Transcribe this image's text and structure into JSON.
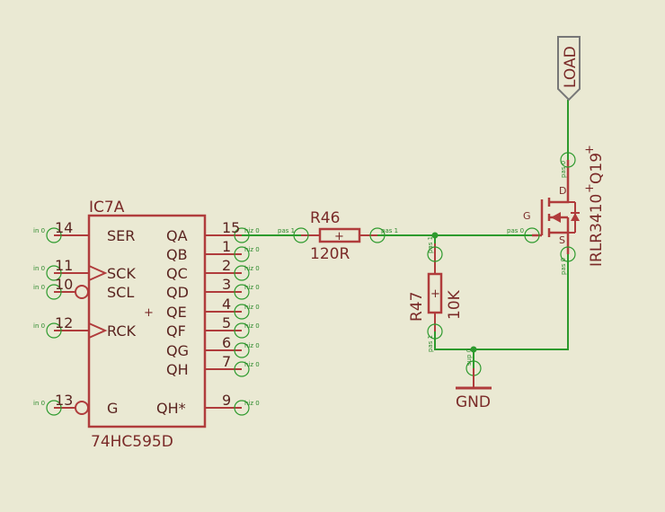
{
  "ic": {
    "name": "IC7A",
    "value": "74HC595D",
    "origin_mark": "+",
    "left_pins": [
      {
        "num": "14",
        "name": "SER",
        "dir": "in 0"
      },
      {
        "num": "11",
        "name": "SCK",
        "dir": "in 0"
      },
      {
        "num": "10",
        "name": "SCL",
        "dir": "in 0"
      },
      {
        "num": "12",
        "name": "RCK",
        "dir": "in 0"
      },
      {
        "num": "13",
        "name": "G",
        "dir": "in 0"
      }
    ],
    "right_pins": [
      {
        "num": "15",
        "name": "QA",
        "dir": "hiz 0"
      },
      {
        "num": "1",
        "name": "QB",
        "dir": "hiz 0"
      },
      {
        "num": "2",
        "name": "QC",
        "dir": "hiz 0"
      },
      {
        "num": "3",
        "name": "QD",
        "dir": "hiz 0"
      },
      {
        "num": "4",
        "name": "QE",
        "dir": "hiz 0"
      },
      {
        "num": "5",
        "name": "QF",
        "dir": "hiz 0"
      },
      {
        "num": "6",
        "name": "QG",
        "dir": "hiz 0"
      },
      {
        "num": "7",
        "name": "QH",
        "dir": "hiz 0"
      },
      {
        "num": "9",
        "name": "QH*",
        "dir": "hiz 0"
      }
    ]
  },
  "r46": {
    "name": "R46",
    "value": "120R",
    "pin_a": "pas 1",
    "pin_b": "pas 1",
    "mark": "+"
  },
  "r47": {
    "name": "R47",
    "value": "10K",
    "pin_a": "pas 1",
    "pin_b": "pas 1",
    "mark": "+"
  },
  "q19": {
    "name": "Q19",
    "value": "IRLR3410",
    "gate": "G",
    "drain": "D",
    "source": "S",
    "gate_dir": "pas 0",
    "drain_dir": "pas 0",
    "source_dir": "pas 0",
    "mark": "+"
  },
  "load": {
    "label": "LOAD"
  },
  "gnd": {
    "label": "GND",
    "dir": "sup 0"
  },
  "colors": {
    "background": "#eae9d3",
    "symbol": "#b03c3c",
    "net": "#2d9a2d"
  }
}
